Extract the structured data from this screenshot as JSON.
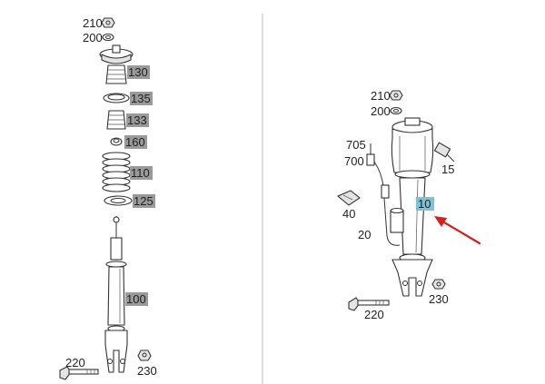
{
  "diagram": {
    "left_assembly": {
      "callouts": [
        {
          "id": "210",
          "highlighted": false
        },
        {
          "id": "200",
          "highlighted": false
        },
        {
          "id": "130",
          "highlighted": true
        },
        {
          "id": "135",
          "highlighted": true
        },
        {
          "id": "133",
          "highlighted": true
        },
        {
          "id": "160",
          "highlighted": true
        },
        {
          "id": "110",
          "highlighted": true
        },
        {
          "id": "125",
          "highlighted": true
        },
        {
          "id": "100",
          "highlighted": true
        },
        {
          "id": "220",
          "highlighted": false
        },
        {
          "id": "230",
          "highlighted": false
        }
      ]
    },
    "right_assembly": {
      "callouts": [
        {
          "id": "210",
          "highlighted": false
        },
        {
          "id": "200",
          "highlighted": false
        },
        {
          "id": "705",
          "highlighted": false
        },
        {
          "id": "700",
          "highlighted": false
        },
        {
          "id": "15",
          "highlighted": false
        },
        {
          "id": "40",
          "highlighted": false
        },
        {
          "id": "10",
          "highlighted": true
        },
        {
          "id": "20",
          "highlighted": false
        },
        {
          "id": "230",
          "highlighted": false
        },
        {
          "id": "220",
          "highlighted": false
        }
      ]
    },
    "colors": {
      "gray_highlight": "#9a9a9a",
      "blue_highlight": "#7cc3d8",
      "arrow": "#d62020",
      "divider": "#bbbbbb"
    }
  }
}
